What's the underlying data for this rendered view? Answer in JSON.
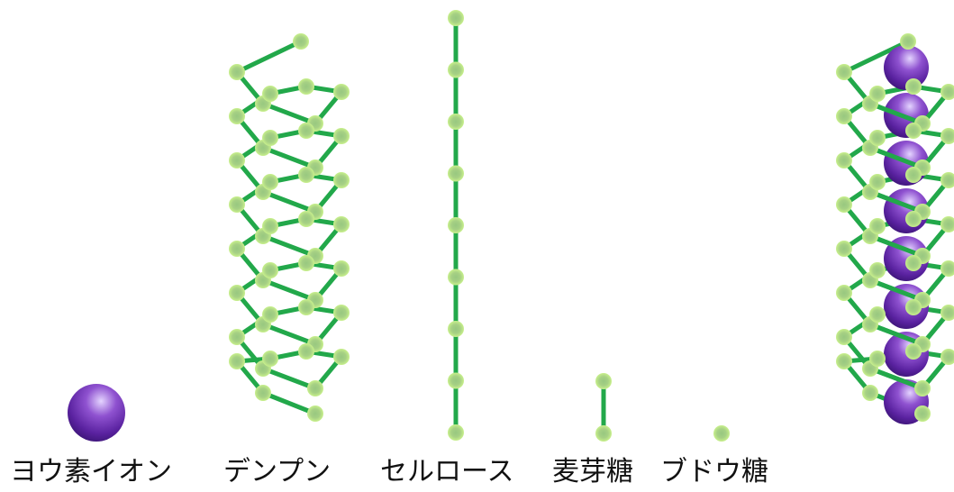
{
  "labels": {
    "iodide_ion": "ヨウ素イオン",
    "starch": "デンプン",
    "cellulose": "セルロース",
    "maltose": "麦芽糖",
    "glucose": "ブドウ糖"
  },
  "molecules": {
    "starch_helix_turns": 7,
    "cellulose_glucose_units": 9,
    "maltose_glucose_units": 2,
    "glucose_units": 1,
    "iodine_complex_ions": 8
  },
  "colors": {
    "bond": "#22a84a",
    "node_light": "#c8f08c",
    "node_mid": "#98c880",
    "node_dark": "#7d9c90",
    "ion_light": "#e4d4ff",
    "ion_mid": "#7a3fc0",
    "ion_dark": "#3a1474",
    "text": "#111111"
  }
}
